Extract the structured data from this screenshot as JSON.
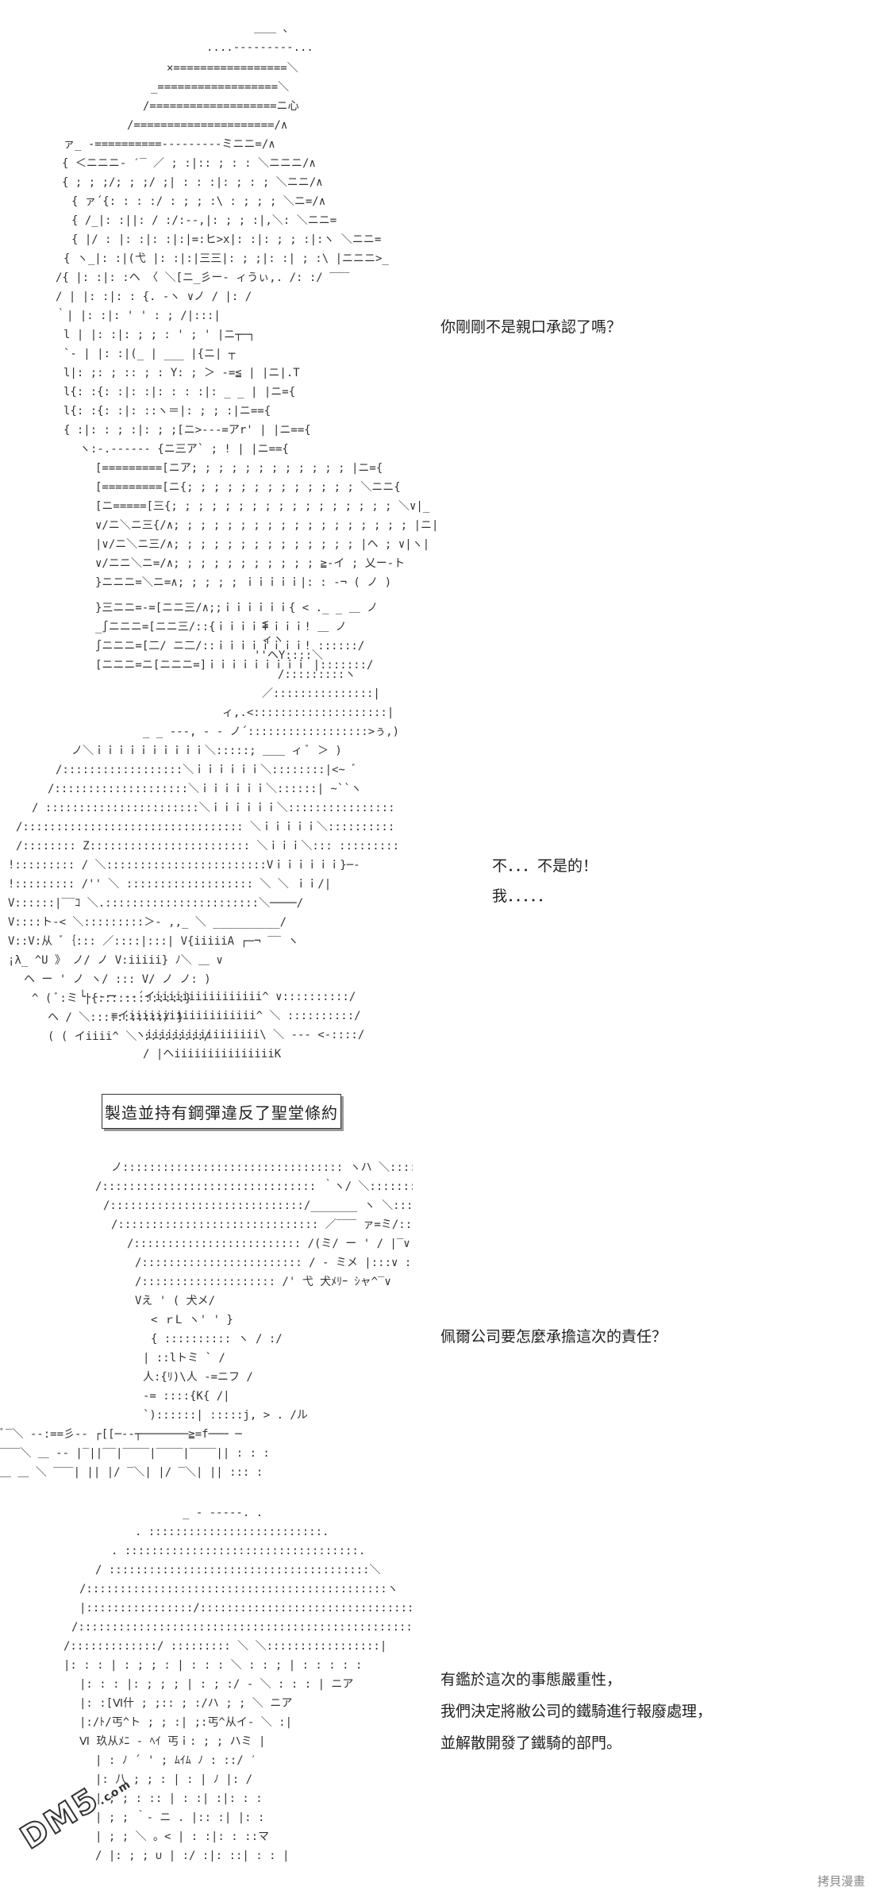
{
  "panels": [
    {
      "dialog": [
        "你剛剛不是親口承認了嗎？"
      ]
    },
    {
      "dialog": [
        "不．．．不是的！",
        "我．．．．．"
      ]
    },
    {
      "caption": "製造並持有鋼彈違反了聖堂條約"
    },
    {
      "dialog": [
        "佩爾公司要怎麼承擔這次的責任？"
      ]
    },
    {
      "dialog": [
        "有鑑於這次的事態嚴重性，",
        "我們決定將敝公司的鐵騎進行報廢處理，",
        "並解散開發了鐵騎的部門。"
      ]
    }
  ],
  "watermarks": {
    "bottom_right": "拷貝漫畫",
    "bottom_left": "DM5",
    "bottom_left_suffix": ".com"
  }
}
